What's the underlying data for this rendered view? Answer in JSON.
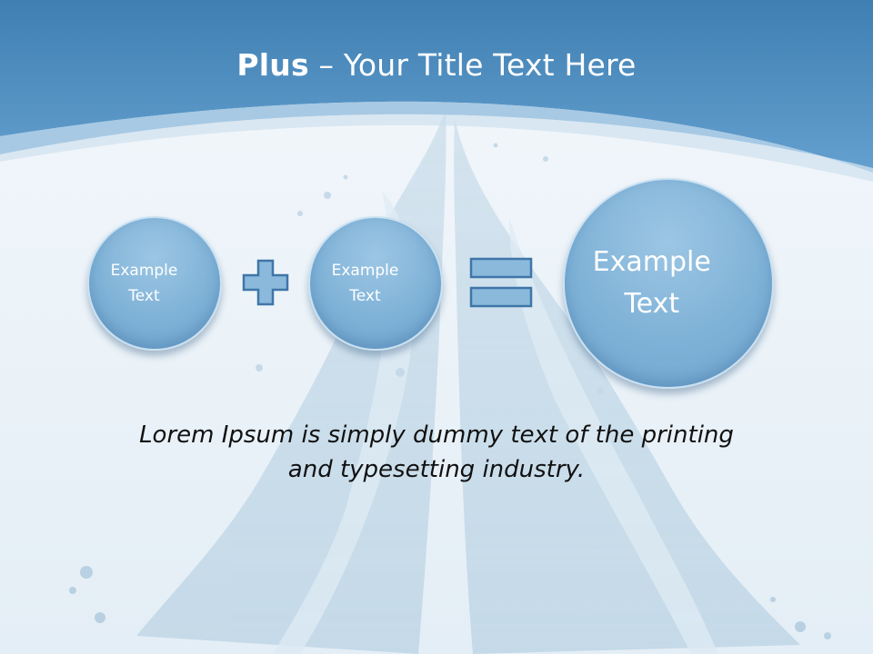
{
  "header": {
    "title_bold": "Plus",
    "title_rest": " – Your Title Text Here"
  },
  "diagram": {
    "circle_1": [
      "Example",
      "Text"
    ],
    "circle_2": [
      "Example",
      "Text"
    ],
    "circle_3": [
      "Example",
      "Text"
    ],
    "operator_1": "plus-icon",
    "operator_2": "equals-icon"
  },
  "body": {
    "line_1": "Lorem Ipsum is simply dummy text of the printing",
    "line_2": "and typesetting industry."
  },
  "colors": {
    "header_blue": "#4f8fc0",
    "circle_fill": "#7fb2d7",
    "operator_fill": "#8bb9dc",
    "operator_stroke": "#3f76a8"
  }
}
